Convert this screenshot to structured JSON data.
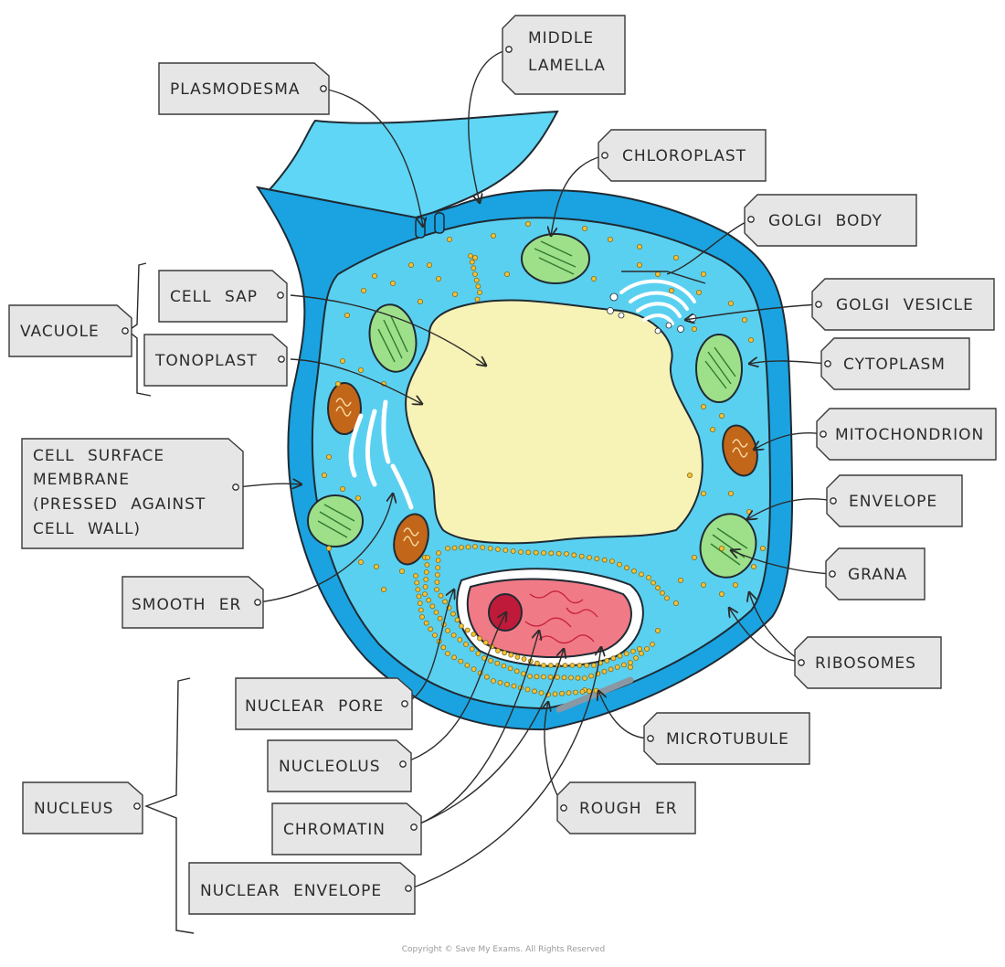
{
  "colors": {
    "cell_wall": "#1aa3e0",
    "cytoplasm": "#5ad0f0",
    "neighbour_cell": "#5fd6f5",
    "vacuole": "#f7f2b6",
    "chloroplast": "#9ee08a",
    "mitochondrion": "#c2661a",
    "nucleus": "#f07a86",
    "nucleolus": "#c01a3a",
    "label_box": "#e6e6e6"
  },
  "labels": {
    "plasmodesma": [
      "PLASMODESMA"
    ],
    "middle_lamella": [
      "MIDDLE",
      "LAMELLA"
    ],
    "chloroplast": [
      "CHLOROPLAST"
    ],
    "golgi_body": [
      "GOLGI BODY"
    ],
    "golgi_vesicle": [
      "GOLGI VESICLE"
    ],
    "cytoplasm": [
      "CYTOPLASM"
    ],
    "mitochondrion": [
      "MITOCHONDRION"
    ],
    "envelope": [
      "ENVELOPE"
    ],
    "grana": [
      "GRANA"
    ],
    "ribosomes": [
      "RIBOSOMES"
    ],
    "microtubule": [
      "MICROTUBULE"
    ],
    "rough_er": [
      "ROUGH ER"
    ],
    "vacuole": [
      "VACUOLE"
    ],
    "cell_sap": [
      "CELL SAP"
    ],
    "tonoplast": [
      "TONOPLAST"
    ],
    "cell_surface_membrane": [
      "CELL SURFACE",
      "MEMBRANE",
      "(PRESSED AGAINST",
      "CELL WALL)"
    ],
    "smooth_er": [
      "SMOOTH ER"
    ],
    "nuclear_pore": [
      "NUCLEAR PORE"
    ],
    "nucleolus": [
      "NUCLEOLUS"
    ],
    "nucleus": [
      "NUCLEUS"
    ],
    "chromatin": [
      "CHROMATIN"
    ],
    "nuclear_envelope": [
      "NUCLEAR ENVELOPE"
    ]
  },
  "copyright": "Copyright © Save My Exams. All Rights Reserved"
}
